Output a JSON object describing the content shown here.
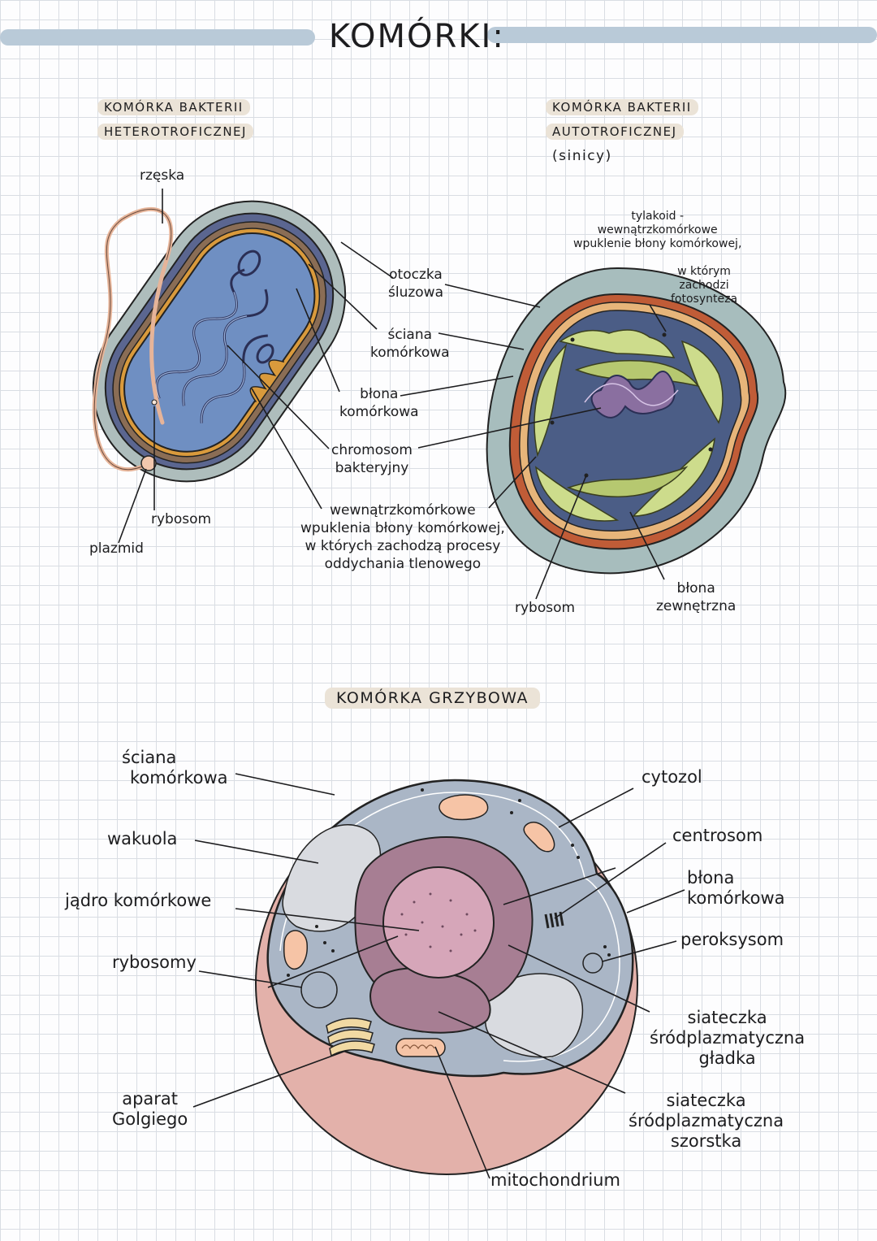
{
  "title": "KOMÓRKI:",
  "sections": {
    "heterotroph": {
      "line1": "KOMÓRKA BAKTERII",
      "line2": "HETEROTROFICZNEJ"
    },
    "autotroph": {
      "line1": "KOMÓRKA BAKTERII",
      "line2": "AUTOTROFICZNEJ",
      "line3": "(sinicy)"
    },
    "fungal": {
      "title": "KOMÓRKA GRZYBOWA"
    }
  },
  "labels": {
    "rzeska": "rzęska",
    "otoczka": [
      "otoczka",
      "śluzowa"
    ],
    "sciana_bak": [
      "ściana",
      "komórkowa"
    ],
    "blona_bak": [
      "błona",
      "komórkowa"
    ],
    "chromosom": [
      "chromosom",
      "bakteryjny"
    ],
    "wpuklenia": [
      "wewnątrzkomórkowe",
      "wpuklenia błony komórkowej,",
      "w których zachodzą procesy",
      "oddychania tlenowego"
    ],
    "rybosom_bak": "rybosom",
    "plazmid": "plazmid",
    "tylakoid": [
      "tylakoid -",
      "wewnątrzkomórkowe",
      "wpuklenie błony komórkowej,",
      "w którym",
      "zachodzi",
      "fotosynteza"
    ],
    "rybosom_sin": "rybosom",
    "blona_zewn": [
      "błona",
      "zewnętrzna"
    ],
    "sciana_grz": [
      "ściana",
      "komórkowa"
    ],
    "wakuola": "wakuola",
    "jadro": "jądro komórkowe",
    "rybosomy": "rybosomy",
    "aparat": [
      "aparat",
      "Golgiego"
    ],
    "mitochondrium": "mitochondrium",
    "cytozol": "cytozol",
    "centrosom": "centrosom",
    "blona_grz": [
      "błona",
      "komórkowa"
    ],
    "peroksysom": "peroksysom",
    "ser_gladka": [
      "siateczka",
      "śródplazmatyczna",
      "gładka"
    ],
    "ser_szorstka": [
      "siateczka",
      "śródplazmatyczna",
      "szorstka"
    ]
  },
  "colors": {
    "bar": "#b9cad8",
    "highlight": "#ebe3d7",
    "capsule": "#aebdbc",
    "bacterium_wall": "#5b6690",
    "bacterium_cytoplasm": "#6f8fc2",
    "thylakoid": "#cddc8c",
    "fungal_wall": "#e3b1aa",
    "cytosol": "#aab6c6",
    "nucleus": "#d6a6b9"
  }
}
